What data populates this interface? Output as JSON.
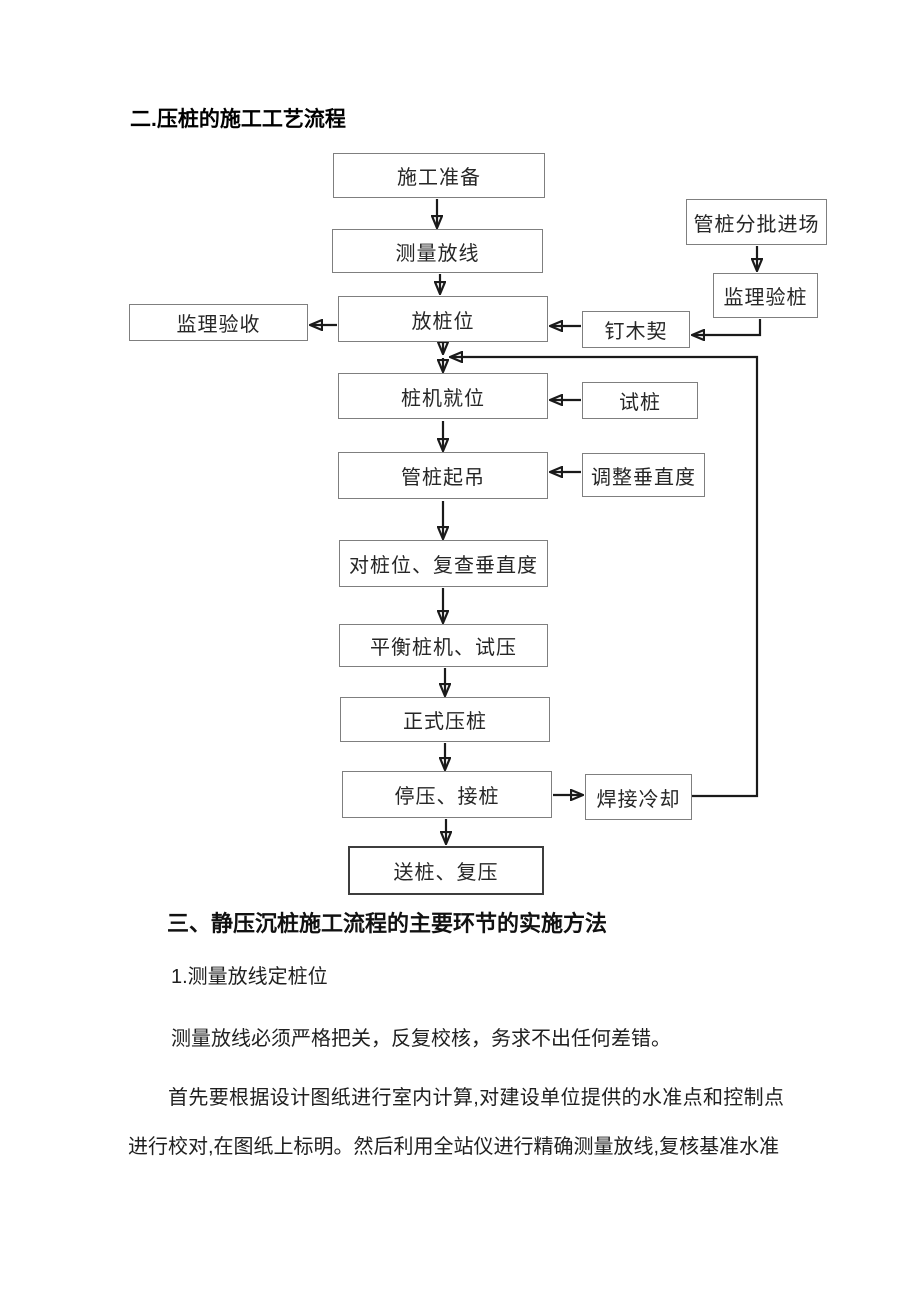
{
  "document": {
    "section2_heading": "二.压桩的施工工艺流程",
    "section3_heading": "三、静压沉桩施工流程的主要环节的实施方法",
    "item1_heading": "1.测量放线定桩位",
    "paragraph1": "测量放线必须严格把关，反复校核，务求不出任何差错。",
    "paragraph2": "首先要根据设计图纸进行室内计算,对建设单位提供的水准点和控制点进行校对,在图纸上标明。然后利用全站仪进行精确测量放线,复核基准水准"
  },
  "flowchart": {
    "boxes": [
      {
        "id": "construction-preparation",
        "label": "施工准备"
      },
      {
        "id": "survey-and-layout",
        "label": "测量放线"
      },
      {
        "id": "set-pile-position",
        "label": "放桩位"
      },
      {
        "id": "supervision-acceptance",
        "label": "监理验收"
      },
      {
        "id": "pipe-piles-arrive-in-batches",
        "label": "管桩分批进场"
      },
      {
        "id": "supervision-pile-inspection",
        "label": "监理验桩"
      },
      {
        "id": "nail-wooden-wedge",
        "label": "钉木契"
      },
      {
        "id": "pile-rig-in-position",
        "label": "桩机就位"
      },
      {
        "id": "trial-pile",
        "label": "试桩"
      },
      {
        "id": "pipe-pile-hoisting",
        "label": "管桩起吊"
      },
      {
        "id": "adjust-verticality",
        "label": "调整垂直度"
      },
      {
        "id": "align-pile-position-recheck-verticality",
        "label": "对桩位、复查垂直度"
      },
      {
        "id": "balance-rig-trial-pressing",
        "label": "平衡桩机、试压"
      },
      {
        "id": "formal-pile-pressing",
        "label": "正式压桩"
      },
      {
        "id": "stop-pressing-splice-pile",
        "label": "停压、接桩"
      },
      {
        "id": "weld-cooling",
        "label": "焊接冷却"
      },
      {
        "id": "send-pile-re-pressing",
        "label": "送桩、复压"
      }
    ]
  },
  "colors": {
    "page_background": "#ffffff",
    "body_text": "#1f1f1f",
    "heading_text": "#000000",
    "box_border": "#7f7f7f",
    "final_box_border": "#3d3d3d",
    "connector": "#1a1a1a"
  }
}
